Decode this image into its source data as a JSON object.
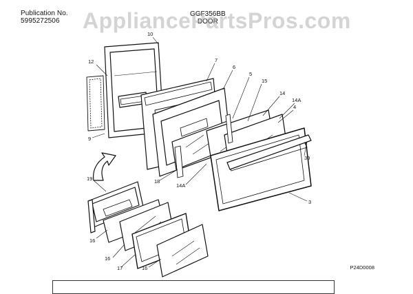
{
  "header": {
    "publication_label": "Publication No.",
    "publication_number": "5995272506",
    "model": "GGF356BB",
    "section": "DOOR"
  },
  "watermark": "AppliancePartsPros.com",
  "figure_code": "P24D0008",
  "callouts": {
    "c10": "10",
    "c12": "12",
    "c7": "7",
    "c6": "6",
    "c5": "5",
    "c15": "15",
    "c14": "14",
    "c14a_top": "14A",
    "c4": "4",
    "c39": "39",
    "c9": "9",
    "c18": "18",
    "c14a_bottom": "14A",
    "c3": "3",
    "c19": "19",
    "c16a": "16",
    "c16b": "16",
    "c17": "17",
    "c16c": "16"
  }
}
